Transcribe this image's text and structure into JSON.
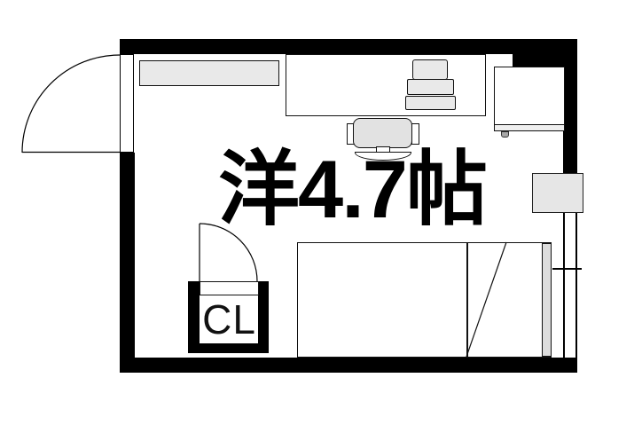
{
  "floorplan": {
    "room": {
      "label": "洋4.7帖"
    },
    "closet": {
      "label": "CL"
    },
    "features": [
      "entrance-door",
      "wall-shelf",
      "desk",
      "printer",
      "office-chair",
      "cabinet",
      "air-conditioner",
      "window",
      "bed",
      "closet-with-hinged-door"
    ],
    "colors": {
      "wall": "#000000",
      "background": "#ffffff",
      "furniture_fill": "#e9e9e9",
      "foot_gray": "#a8a8a8"
    }
  }
}
